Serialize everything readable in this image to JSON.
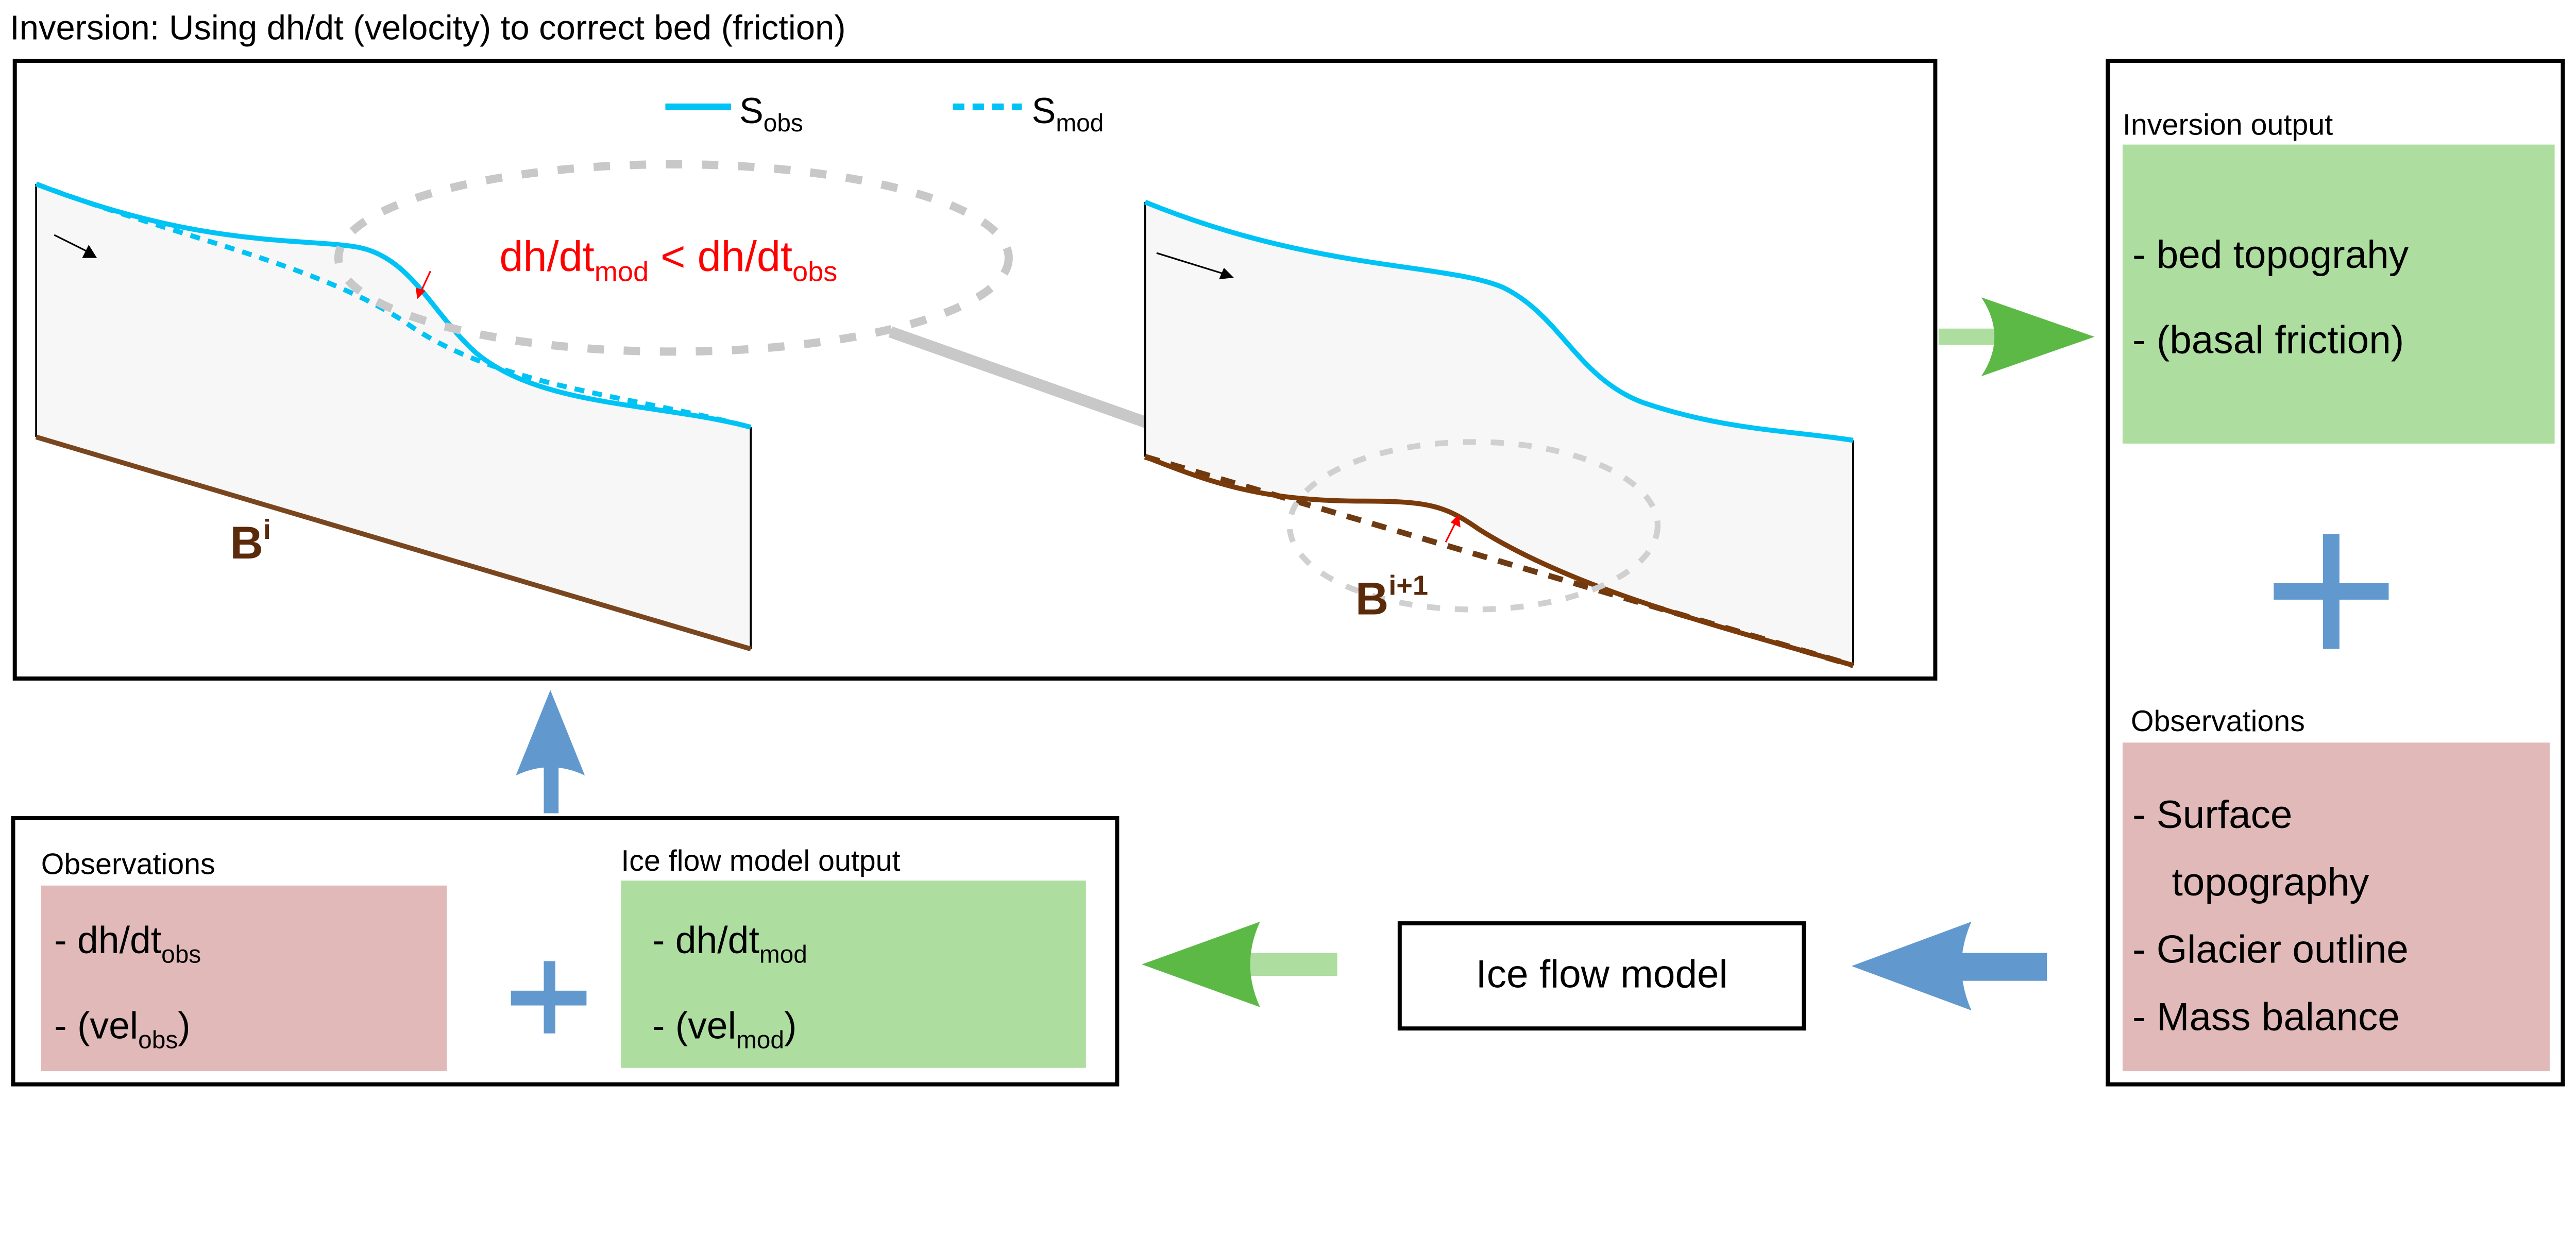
{
  "title": "Inversion: Using dh/dt (velocity) to correct bed (friction)",
  "legend": {
    "obs": {
      "main": "S",
      "sub": "obs"
    },
    "mod": {
      "main": "S",
      "sub": "mod"
    }
  },
  "comparison": {
    "left": "dh/dt",
    "left_sub": "mod",
    "op": " < ",
    "right": "dh/dt",
    "right_sub": "obs"
  },
  "bed_labels": {
    "current": {
      "main": "B",
      "sup": "i"
    },
    "next": {
      "main": "B",
      "sup": "i+1"
    }
  },
  "inversion_output": {
    "heading": "Inversion output",
    "items": [
      "- bed topograhy",
      "- (basal friction)"
    ]
  },
  "right_observations": {
    "heading": "Observations",
    "items": [
      "- Surface",
      "topography",
      "- Glacier outline",
      "- Mass balance"
    ]
  },
  "bottom_observations": {
    "heading": "Observations",
    "item1": {
      "main": "- dh/dt",
      "sub": "obs"
    },
    "item2": {
      "main": "- (vel",
      "sub": "obs",
      "end": ")"
    }
  },
  "model_output": {
    "heading": "Ice flow model output",
    "item1": {
      "main": "- dh/dt",
      "sub": "mod"
    },
    "item2": {
      "main": "- (vel",
      "sub": "mod",
      "end": ")"
    }
  },
  "ice_flow_model": "Ice flow model",
  "colors": {
    "surface": "#00c3f5",
    "bed": "#7a4620",
    "green_box": "#aedda0",
    "pink_box": "#e1b9b9",
    "blue_arrow": "#6199cf",
    "green_arrow": "#5cb946",
    "annotation": "#ff0000"
  }
}
